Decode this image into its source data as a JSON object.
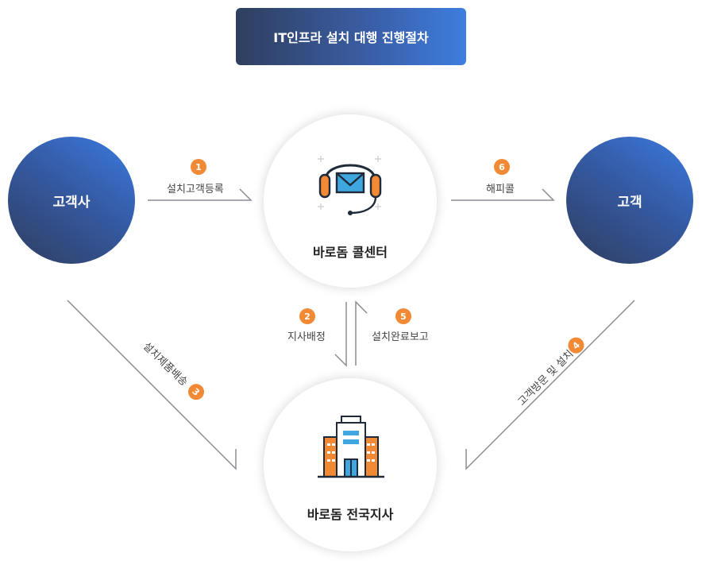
{
  "title": "IT인프라 설치 대행 진행절차",
  "nodes": {
    "client_company": "고객사",
    "customer": "고객",
    "call_center": "바로돔 콜센터",
    "branch": "바로돔 전국지사"
  },
  "steps": [
    {
      "num": "1",
      "label": "설치고객등록"
    },
    {
      "num": "2",
      "label": "지사배정"
    },
    {
      "num": "3",
      "label": "설치제품배송"
    },
    {
      "num": "4",
      "label": "고객방문 및 설치"
    },
    {
      "num": "5",
      "label": "설치완료보고"
    },
    {
      "num": "6",
      "label": "해피콜"
    }
  ],
  "colors": {
    "badge": "#f28a35",
    "accent_blue": "#3d7ee0",
    "dark_navy": "#2f3d5f"
  },
  "icons": {
    "call_center": "headset-mail-icon",
    "branch": "office-building-icon"
  }
}
